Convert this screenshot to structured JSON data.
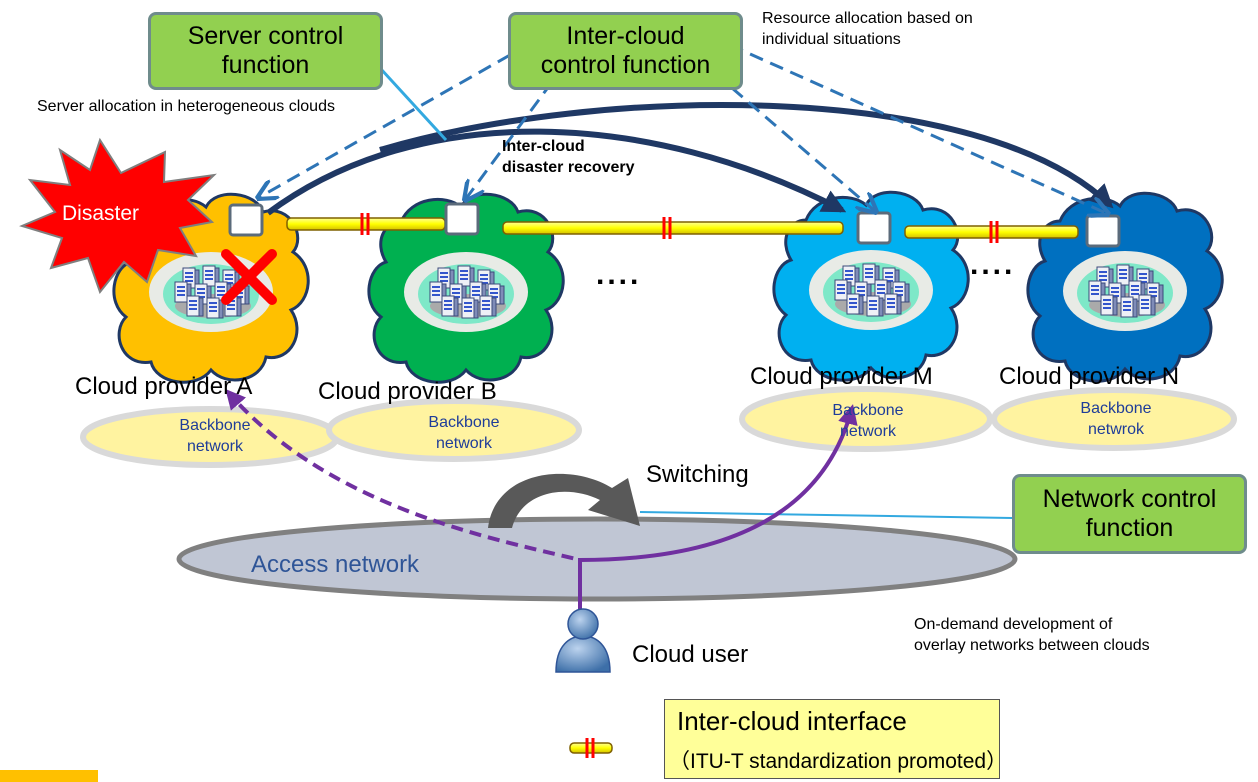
{
  "boxes": {
    "server_control": "Server control\nfunction",
    "intercloud_control": "Inter-cloud\ncontrol function",
    "network_control": "Network control\nfunction"
  },
  "annotations": {
    "resource_allocation": "Resource allocation based on\nindividual situations",
    "server_allocation": "Server allocation in heterogeneous clouds",
    "disaster_recovery": "Inter-cloud\ndisaster recovery",
    "switching": "Switching",
    "on_demand": "On-demand development of\noverlay networks between clouds"
  },
  "disaster": "Disaster",
  "providers": [
    {
      "name": "Cloud provider A",
      "backbone": "Backbone\nnetwork",
      "color": "#ffc000"
    },
    {
      "name": "Cloud provider B",
      "backbone": "Backbone\nnetwork",
      "color": "#00b050"
    },
    {
      "name": "Cloud provider M",
      "backbone": "Backbone\nnetwork",
      "color": "#00b0f0"
    },
    {
      "name": "Cloud provider N",
      "backbone": "Backbone\nnetwrok",
      "color": "#0070c0"
    }
  ],
  "ellipsis": "....",
  "access_network": "Access network",
  "cloud_user": "Cloud user",
  "legend": {
    "title": "Inter-cloud interface",
    "subtitle": "（ITU-T standardization promoted）"
  },
  "colors": {
    "box_green": "#92d050",
    "dashed_blue": "#2e75b6",
    "arc_navy": "#1f3864",
    "purple": "#7030a0",
    "interface_yellow": "#ffff00",
    "interface_red": "#ff0000",
    "disaster_red": "#ff0000"
  }
}
